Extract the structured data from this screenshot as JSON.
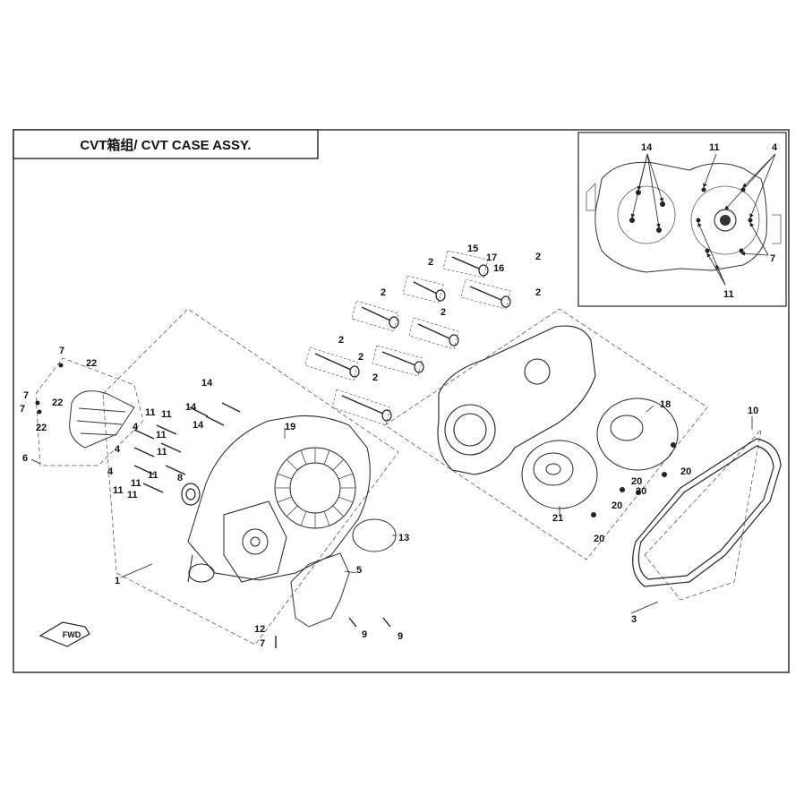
{
  "title": "CVT箱组/ CVT CASE ASSY.",
  "fwd_label": "FWD",
  "callouts": [
    {
      "id": "c1",
      "text": "1"
    },
    {
      "id": "c2a",
      "text": "2"
    },
    {
      "id": "c2b",
      "text": "2"
    },
    {
      "id": "c2c",
      "text": "2"
    },
    {
      "id": "c2d",
      "text": "2"
    },
    {
      "id": "c2e",
      "text": "2"
    },
    {
      "id": "c2f",
      "text": "2"
    },
    {
      "id": "c2g",
      "text": "2"
    },
    {
      "id": "c2h",
      "text": "2"
    },
    {
      "id": "c3",
      "text": "3"
    },
    {
      "id": "c4a",
      "text": "4"
    },
    {
      "id": "c4b",
      "text": "4"
    },
    {
      "id": "c4c",
      "text": "4"
    },
    {
      "id": "c5",
      "text": "5"
    },
    {
      "id": "c6",
      "text": "6"
    },
    {
      "id": "c7a",
      "text": "7"
    },
    {
      "id": "c7b",
      "text": "7"
    },
    {
      "id": "c7c",
      "text": "7"
    },
    {
      "id": "c7d",
      "text": "7"
    },
    {
      "id": "c8",
      "text": "8"
    },
    {
      "id": "c9a",
      "text": "9"
    },
    {
      "id": "c9b",
      "text": "9"
    },
    {
      "id": "c10",
      "text": "10"
    },
    {
      "id": "c11a",
      "text": "11"
    },
    {
      "id": "c11b",
      "text": "11"
    },
    {
      "id": "c11c",
      "text": "11"
    },
    {
      "id": "c11d",
      "text": "11"
    },
    {
      "id": "c11e",
      "text": "11"
    },
    {
      "id": "c11f",
      "text": "11"
    },
    {
      "id": "c11g",
      "text": "11"
    },
    {
      "id": "c11h",
      "text": "11"
    },
    {
      "id": "c12",
      "text": "12"
    },
    {
      "id": "c13",
      "text": "13"
    },
    {
      "id": "c14a",
      "text": "14"
    },
    {
      "id": "c14b",
      "text": "14"
    },
    {
      "id": "c14c",
      "text": "14"
    },
    {
      "id": "c15",
      "text": "15"
    },
    {
      "id": "c16",
      "text": "16"
    },
    {
      "id": "c17",
      "text": "17"
    },
    {
      "id": "c18",
      "text": "18"
    },
    {
      "id": "c19",
      "text": "19"
    },
    {
      "id": "c20a",
      "text": "20"
    },
    {
      "id": "c20b",
      "text": "20"
    },
    {
      "id": "c20c",
      "text": "20"
    },
    {
      "id": "c20d",
      "text": "20"
    },
    {
      "id": "c20e",
      "text": "20"
    },
    {
      "id": "c21",
      "text": "21"
    },
    {
      "id": "c22a",
      "text": "22"
    },
    {
      "id": "c22b",
      "text": "22"
    },
    {
      "id": "c22c",
      "text": "22"
    },
    {
      "id": "i14",
      "text": "14"
    },
    {
      "id": "i11a",
      "text": "11"
    },
    {
      "id": "i11b",
      "text": "11"
    },
    {
      "id": "i4",
      "text": "4"
    },
    {
      "id": "i7",
      "text": "7"
    }
  ]
}
